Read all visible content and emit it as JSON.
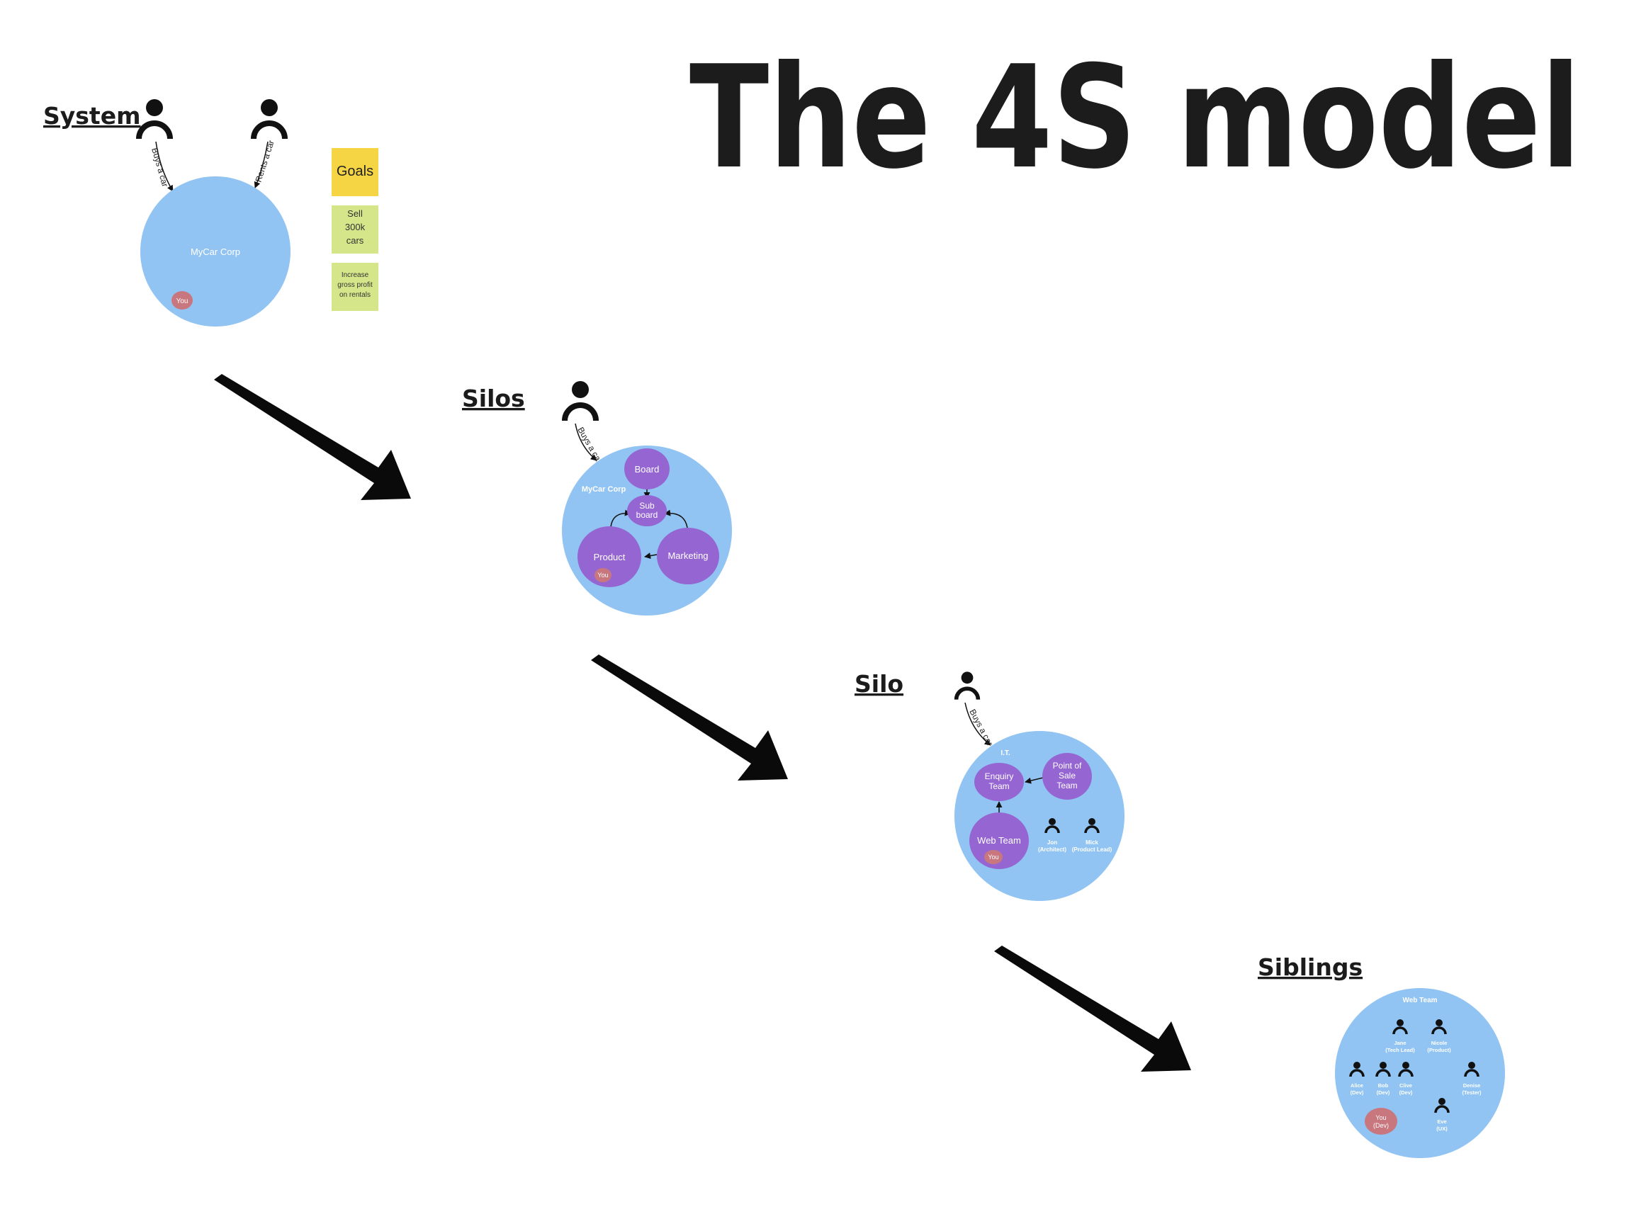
{
  "title": "The 4S model",
  "sections": {
    "system": {
      "label": "System",
      "actor_edges": [
        "Buys a car",
        "Rents a car"
      ],
      "org": "MyCar Corp",
      "you": "You",
      "goals": [
        "Goals",
        "Sell 300k cars",
        "Increase gross profit on rentals"
      ]
    },
    "silos": {
      "label": "Silos",
      "actor_edge": "Buys a car",
      "org": "MyCar Corp",
      "units": [
        "Board",
        "Sub board",
        "Product",
        "Marketing"
      ],
      "you": "You"
    },
    "silo": {
      "label": "Silo",
      "actor_edge": "Buys a car",
      "org": "I.T.",
      "teams": [
        "Enquiry Team",
        "Point of Sale Team",
        "Web Team"
      ],
      "you": "You",
      "people": [
        {
          "name": "Jon",
          "role": "(Architect)"
        },
        {
          "name": "Mick",
          "role": "(Product Lead)"
        }
      ]
    },
    "siblings": {
      "label": "Siblings",
      "org": "Web Team",
      "people": [
        {
          "name": "Jane",
          "role": "(Tech Lead)"
        },
        {
          "name": "Nicole",
          "role": "(Product)"
        },
        {
          "name": "Alice",
          "role": "(Dev)"
        },
        {
          "name": "Bob",
          "role": "(Dev)"
        },
        {
          "name": "Clive",
          "role": "(Dev)"
        },
        {
          "name": "Denise",
          "role": "(Tester)"
        },
        {
          "name": "Eve",
          "role": "(UX)"
        }
      ],
      "you": {
        "name": "You",
        "role": "(Dev)"
      }
    }
  },
  "colors": {
    "circle": "#91C4F2",
    "unit": "#9566D2",
    "you": "#C9777E",
    "goals_note": "#F5D544",
    "goal_note": "#D5E68A",
    "text": "#1c1c1c"
  },
  "icons": [
    "person-icon",
    "big-arrow-icon"
  ]
}
